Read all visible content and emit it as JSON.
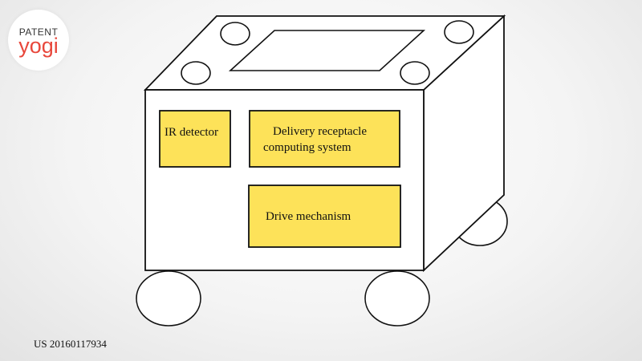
{
  "logo": {
    "top_text": "PATENT",
    "bottom_text": "yogi",
    "accent_color": "#e8473b"
  },
  "diagram": {
    "box_fill_color": "#fde259",
    "blocks": [
      {
        "id": "ir",
        "lines": [
          "IR detector"
        ]
      },
      {
        "id": "delivery",
        "lines": [
          "Delivery receptacle",
          "computing system"
        ]
      },
      {
        "id": "drive",
        "lines": [
          "Drive mechanism"
        ]
      }
    ]
  },
  "footer": {
    "patent_number": "US 20160117934"
  }
}
